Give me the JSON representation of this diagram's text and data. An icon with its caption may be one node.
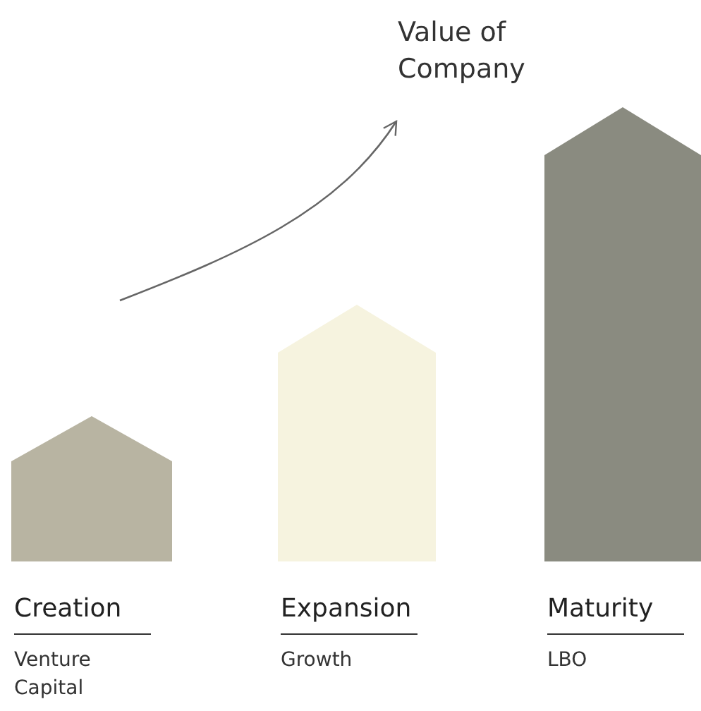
{
  "diagram": {
    "nodes": [
      {
        "text": [],
        "shape": "house",
        "beside": [
          "Creation",
          "Venture Capital"
        ]
      },
      {
        "text": [],
        "shape": "house",
        "beside": [
          "Expansion",
          "Growth"
        ]
      },
      {
        "text": [],
        "shape": "house",
        "beside": [
          "Maturity",
          "LBO"
        ]
      }
    ],
    "labels": [
      "Value of Company"
    ]
  }
}
